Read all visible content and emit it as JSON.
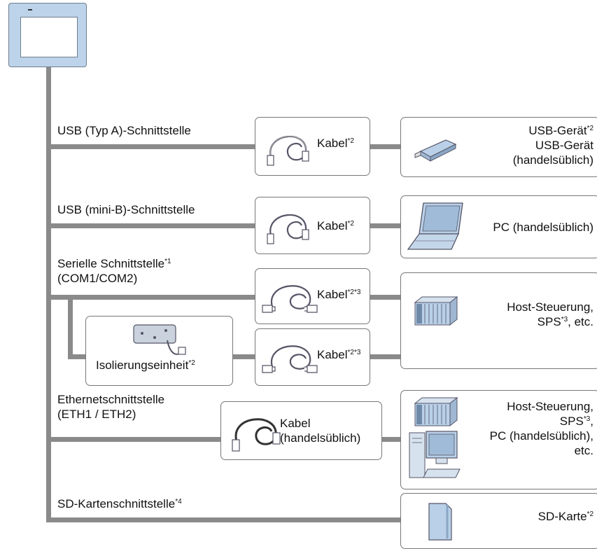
{
  "interfaces": {
    "usb_a": {
      "label": "USB (Typ A)-Schnittstelle",
      "sup": ""
    },
    "usb_mini": {
      "label": "USB (mini-B)-Schnittstelle",
      "sup": ""
    },
    "serial": {
      "label": "Serielle Schnittstelle",
      "sup": "*1",
      "label2": "(COM1/COM2)"
    },
    "ethernet": {
      "label": "Ethernetschnittstelle",
      "label2": "(ETH1 / ETH2)"
    },
    "sd": {
      "label": "SD-Kartenschnittstelle",
      "sup": "*4"
    }
  },
  "cables": {
    "usb_a": {
      "label": "Kabel",
      "sup": "*2"
    },
    "usb_mini": {
      "label": "Kabel",
      "sup": "*2"
    },
    "serial1": {
      "label": "Kabel",
      "sup": "*2*3"
    },
    "serial2": {
      "label": "Kabel",
      "sup": "*2*3"
    },
    "ethernet": {
      "label": "Kabel",
      "label2": "(handelsüblich)"
    }
  },
  "isolation": {
    "label": "Isolierungseinheit",
    "sup": "*2"
  },
  "devices": {
    "usb_device": {
      "line1": "USB-Gerät",
      "sup": "*2",
      "line2": "USB-Gerät",
      "line3": "(handelsüblich)"
    },
    "pc": {
      "label": "PC (handelsüblich)"
    },
    "host_serial": {
      "line1": "Host-Steuerung,",
      "line2": "SPS",
      "sup": "*3",
      "line2_tail": ", etc."
    },
    "host_eth": {
      "line1": "Host-Steuerung,",
      "line2": "SPS",
      "sup": "*3",
      "line2_tail": ",",
      "line3": "PC (handelsüblich),",
      "line4": "etc."
    },
    "sd_card": {
      "label": "SD-Karte",
      "sup": "*2"
    }
  },
  "colors": {
    "connector": "#8a8a8a",
    "device_fill": "#b9d0e8",
    "border": "#777777"
  }
}
